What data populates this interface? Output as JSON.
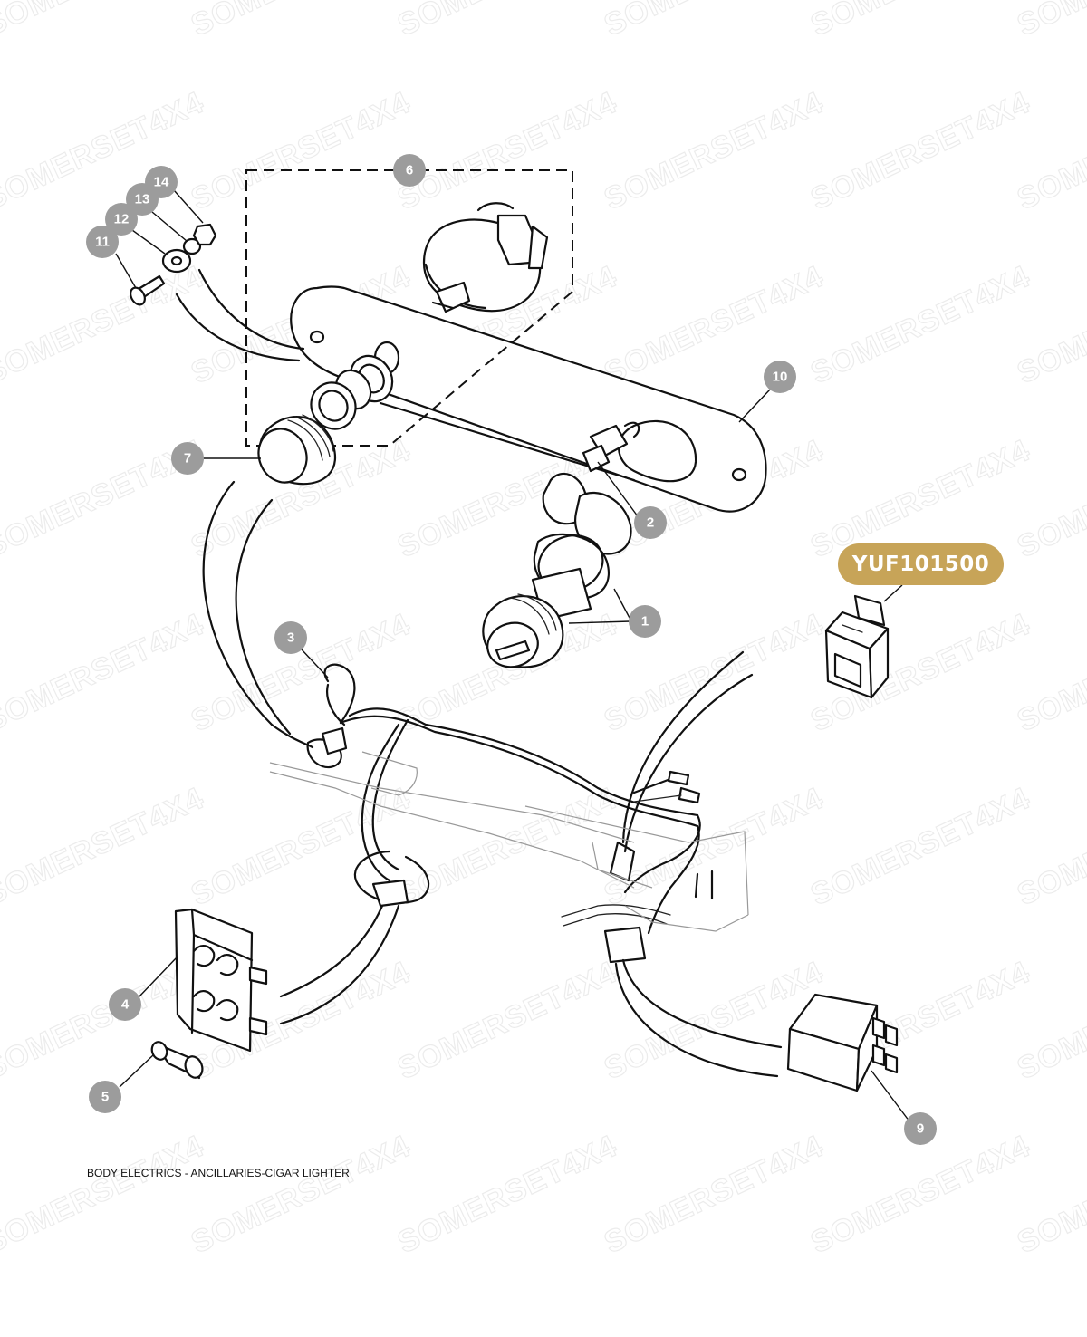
{
  "watermark_text": "SOMERSET4X4",
  "part_badge": "YUF101500",
  "caption": "BODY ELECTRICS - ANCILLARIES-CIGAR LIGHTER",
  "colors": {
    "callout": "#9c9c9c",
    "badge": "#c7a458",
    "linework": "#111111"
  },
  "callouts": [
    {
      "id": "1",
      "label": "1"
    },
    {
      "id": "2",
      "label": "2"
    },
    {
      "id": "3",
      "label": "3"
    },
    {
      "id": "4",
      "label": "4"
    },
    {
      "id": "5",
      "label": "5"
    },
    {
      "id": "6",
      "label": "6"
    },
    {
      "id": "7",
      "label": "7"
    },
    {
      "id": "9",
      "label": "9"
    },
    {
      "id": "10",
      "label": "10"
    },
    {
      "id": "11",
      "label": "11"
    },
    {
      "id": "12",
      "label": "12"
    },
    {
      "id": "13",
      "label": "13"
    },
    {
      "id": "14",
      "label": "14"
    }
  ]
}
